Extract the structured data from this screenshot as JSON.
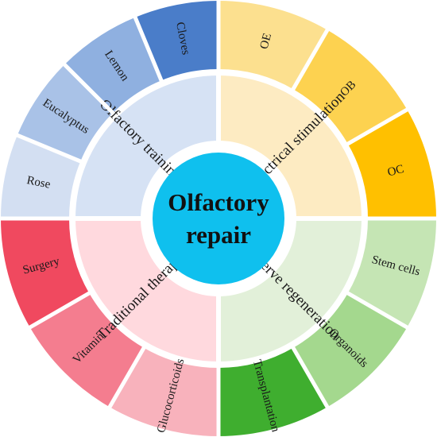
{
  "center": {
    "lines": [
      "Olfactory",
      "repair"
    ],
    "color": "#0FC0EE"
  },
  "quadrants": [
    {
      "label": "Electrical stimulation",
      "middle_color": "#FDEBC2",
      "outer": [
        {
          "label": "OE",
          "color": "#FCE08F"
        },
        {
          "label": "OB",
          "color": "#FDD250"
        },
        {
          "label": "OC",
          "color": "#FFC000"
        }
      ]
    },
    {
      "label": "Nerve regeneration",
      "middle_color": "#E2F0D9",
      "outer": [
        {
          "label": "Stem cells",
          "color": "#C5E5B4"
        },
        {
          "label": "Organoids",
          "color": "#A4D88E"
        },
        {
          "label": "Transplantation",
          "color": "#3FAE2F"
        }
      ]
    },
    {
      "label": "Traditional therapy",
      "middle_color": "#FFD9DE",
      "outer": [
        {
          "label": "Glucocorticoids",
          "color": "#F8B2BC"
        },
        {
          "label": "Vitamin",
          "color": "#F47D8F"
        },
        {
          "label": "Surgery",
          "color": "#F0495F"
        }
      ]
    },
    {
      "label": "Olfactory training",
      "middle_color": "#D6E2F4",
      "outer": [
        {
          "label": "Rose",
          "color": "#D3DFF2"
        },
        {
          "label": "Eucalyptus",
          "color": "#A9C2E7"
        },
        {
          "label": "Lemon",
          "color": "#8FB0E0"
        },
        {
          "label": "Cloves",
          "color": "#4A7DC9"
        }
      ]
    }
  ]
}
